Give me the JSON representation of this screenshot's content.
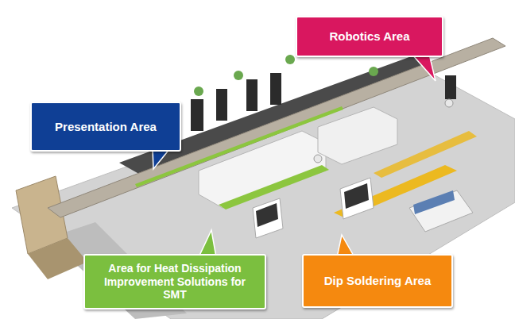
{
  "diagram": {
    "nodes": [
      {
        "text": [
          "Robotics Area"
        ]
      },
      {
        "text": [
          "Presentation Area"
        ]
      },
      {
        "text": [
          "Area for Heat Dissipation Improvement Solutions for SMT"
        ]
      },
      {
        "text": [
          "Dip Soldering Area"
        ]
      }
    ]
  }
}
